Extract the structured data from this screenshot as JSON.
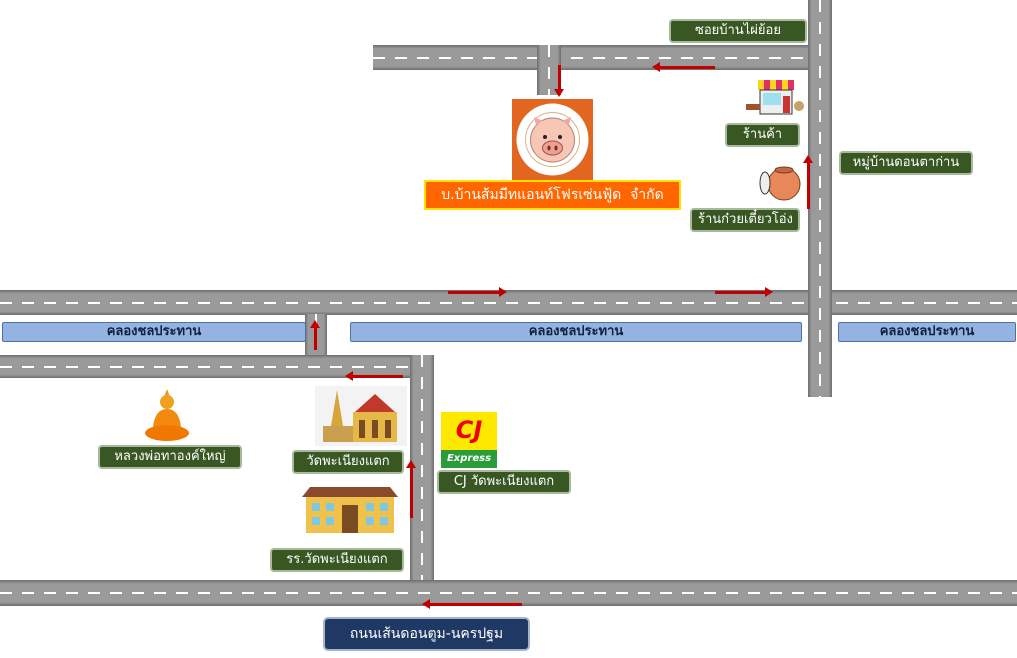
{
  "labels": {
    "soi": "ซอยบ้านไผ่ย้อย",
    "company": "บ.บ้านส้มมีทแอนท์โฟรเซ่นฟู้ด  จำกัด",
    "shop": "ร้านค้า",
    "village": "หมู่บ้านดอนตาก่าน",
    "noodle": "ร้านก๋วยเตี๋ยวโอ่ง",
    "canal": "คลองชลประทาน",
    "buddha": "หลวงพ่อทาองค์ใหญ่",
    "temple": "วัดพะเนียงแตก",
    "cj": "CJ วัดพะเนียงแตก",
    "school": "รร.วัดพะเนียงแตก",
    "main_road": "ถนนเส้นดอนตูม-นครปฐม"
  },
  "logos": {
    "cj_text": "CJ",
    "cj_sub": "Express"
  },
  "colors": {
    "label_bg": "#385723",
    "arrow": "#c00000",
    "canal": "#95b3e0",
    "company_bg": "#ff6600",
    "road_label_bg": "#1f3864"
  }
}
